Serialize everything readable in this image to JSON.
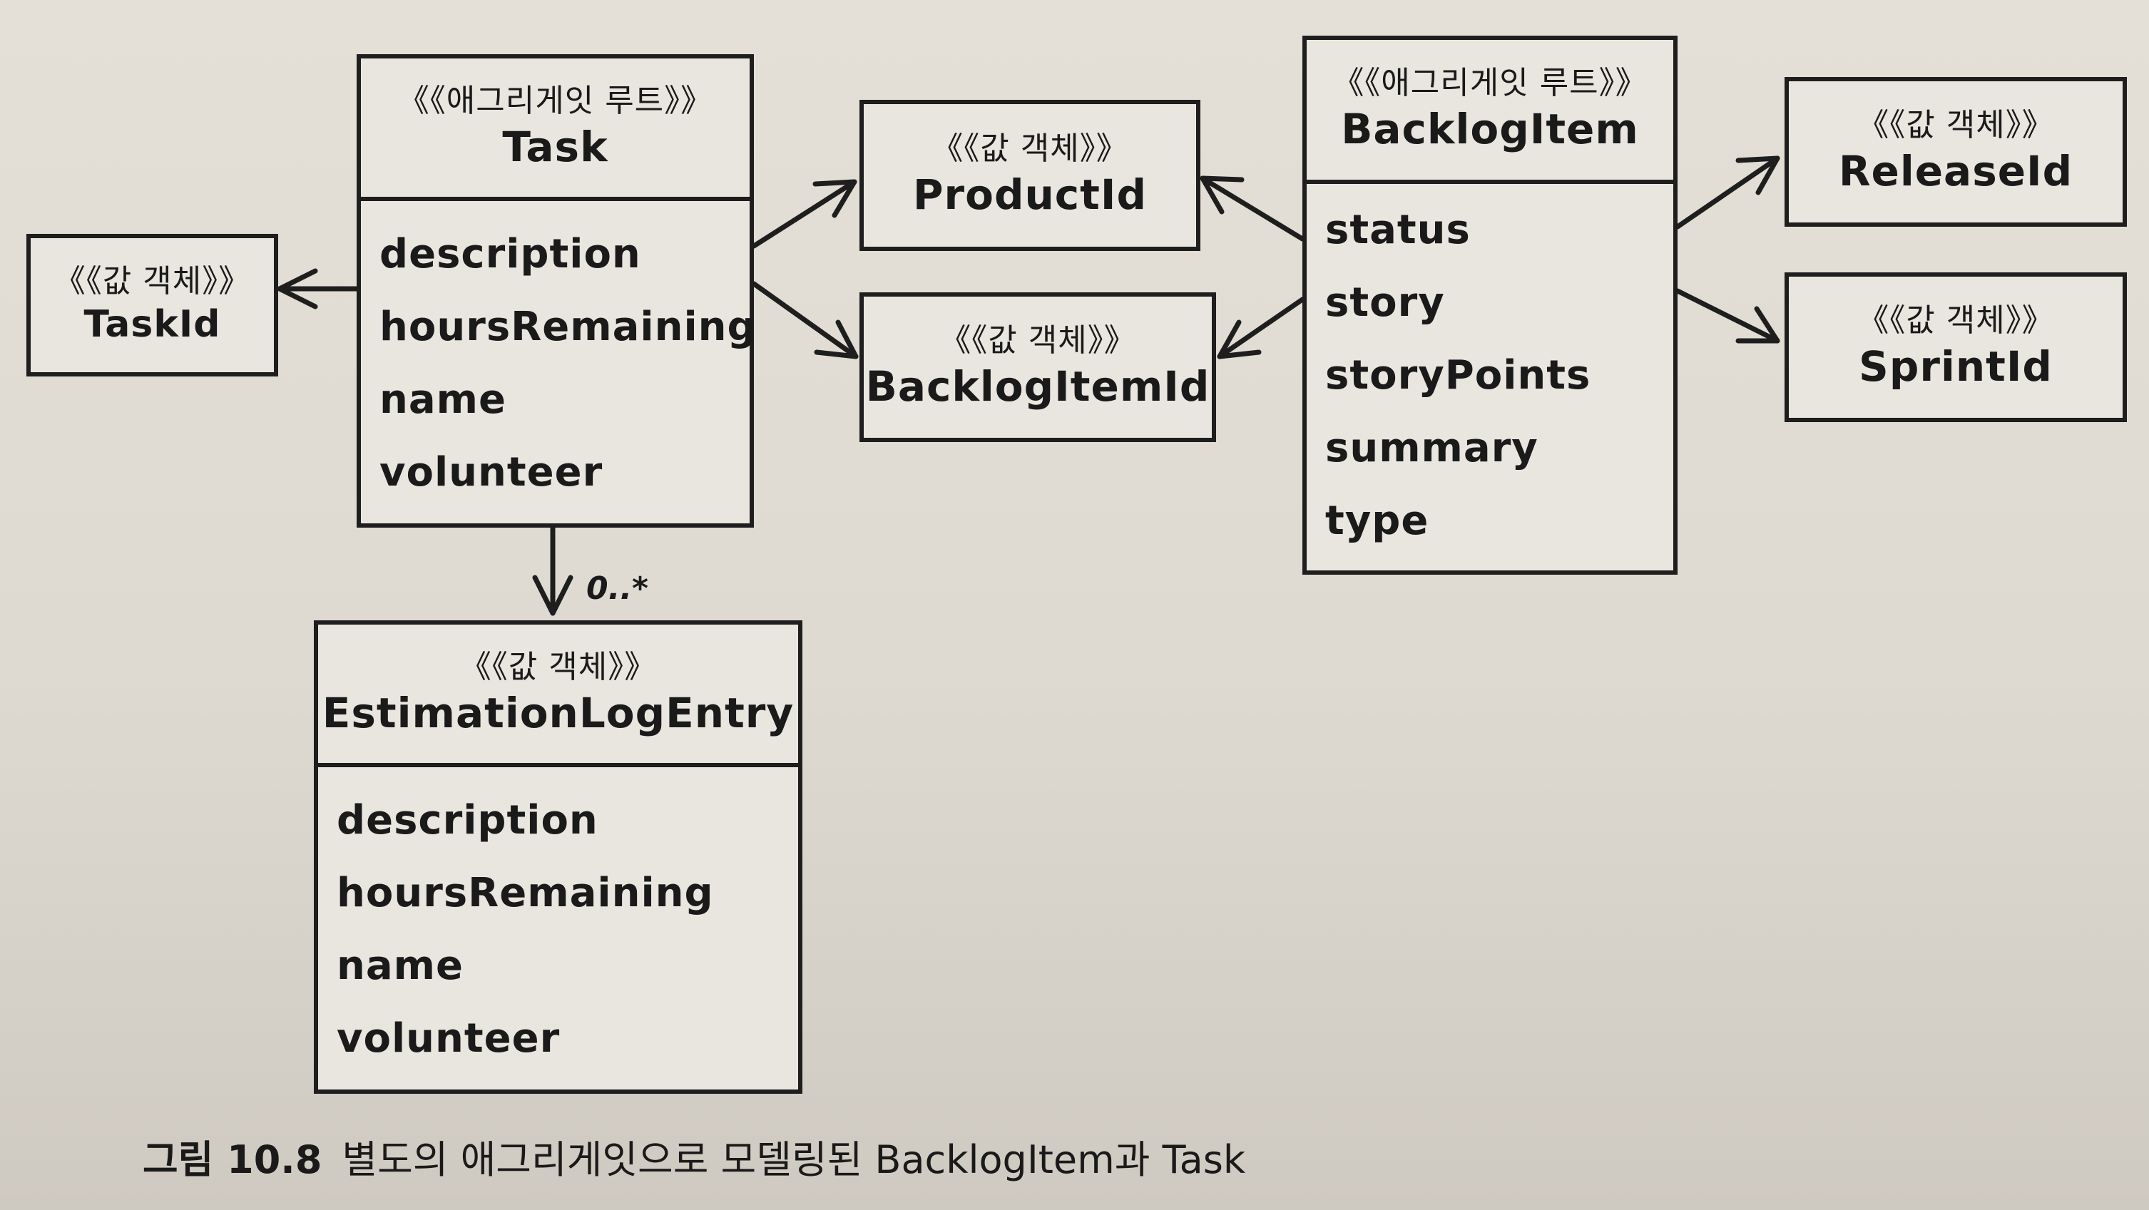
{
  "diagram": {
    "classes": {
      "task": {
        "stereotype": "《《애그리게잇 루트》》",
        "name": "Task",
        "attributes": [
          "description",
          "hoursRemaining",
          "name",
          "volunteer"
        ]
      },
      "task_id": {
        "stereotype": "《《값 객체》》",
        "name": "TaskId"
      },
      "product_id": {
        "stereotype": "《《값 객체》》",
        "name": "ProductId"
      },
      "backlog_item_id": {
        "stereotype": "《《값 객체》》",
        "name": "BacklogItemId"
      },
      "backlog_item": {
        "stereotype": "《《애그리게잇 루트》》",
        "name": "BacklogItem",
        "attributes": [
          "status",
          "story",
          "storyPoints",
          "summary",
          "type"
        ]
      },
      "release_id": {
        "stereotype": "《《값 객체》》",
        "name": "ReleaseId"
      },
      "sprint_id": {
        "stereotype": "《《값 객체》》",
        "name": "SprintId"
      },
      "estimation_log_entry": {
        "stereotype": "《《값 객체》》",
        "name": "EstimationLogEntry",
        "attributes": [
          "description",
          "hoursRemaining",
          "name",
          "volunteer"
        ]
      }
    },
    "multiplicity": "0..*",
    "relations": [
      {
        "from": "Task",
        "to": "TaskId"
      },
      {
        "from": "Task",
        "to": "ProductId"
      },
      {
        "from": "Task",
        "to": "BacklogItemId"
      },
      {
        "from": "Task",
        "to": "EstimationLogEntry",
        "multiplicity": "0..*"
      },
      {
        "from": "BacklogItem",
        "to": "ProductId"
      },
      {
        "from": "BacklogItem",
        "to": "BacklogItemId"
      },
      {
        "from": "BacklogItem",
        "to": "ReleaseId"
      },
      {
        "from": "BacklogItem",
        "to": "SprintId"
      }
    ]
  },
  "caption": {
    "figure_label": "그림 10.8",
    "text": "별도의 애그리게잇으로 모델링된 BacklogItem과 Task"
  },
  "colors": {
    "ink": "#1e1e1e",
    "paper": "#e4e0d8"
  }
}
